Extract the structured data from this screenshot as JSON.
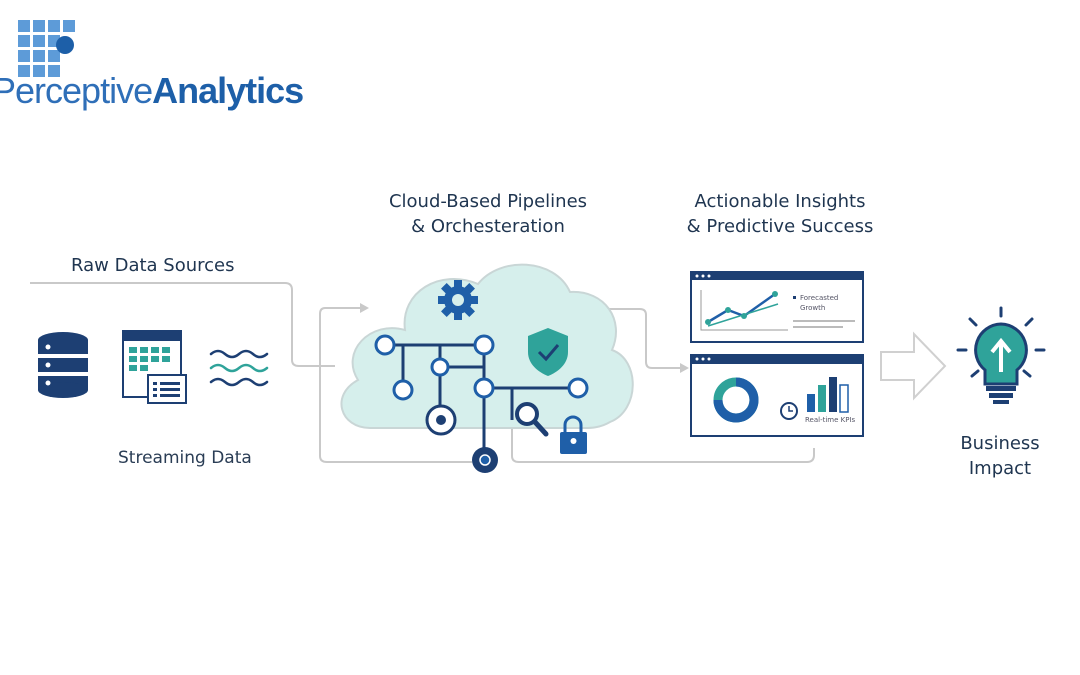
{
  "logo": {
    "part_light": "Perceptive",
    "part_bold": "Analytics"
  },
  "sections": {
    "raw": {
      "title": "Raw Data Sources",
      "sub": "Streaming Data"
    },
    "cloud": {
      "line1": "Cloud-Based Pipelines",
      "line2": "& Orchesteration"
    },
    "insights": {
      "line1": "Actionable Insights",
      "line2": "& Predictive Success"
    },
    "impact": {
      "line1": "Business",
      "line2": "Impact"
    }
  },
  "dashboards": {
    "top_caption_1": "Forecasted",
    "top_caption_2": "Growth",
    "bottom_caption": "Real-time KPIs"
  },
  "colors": {
    "navy": "#1d3f73",
    "blue": "#1f5fa8",
    "teal": "#2fa39a",
    "cloud": "#d6efec",
    "line": "#c9c9c9",
    "text": "#1f3550"
  },
  "icons": [
    "logo-grid-icon",
    "database-icon",
    "spreadsheet-icon",
    "stream-wave-icon",
    "gear-icon",
    "shield-check-icon",
    "magnifier-icon",
    "lock-icon",
    "donut-chart-icon",
    "bar-chart-icon",
    "clock-icon",
    "line-chart-icon",
    "arrow-right-icon",
    "lightbulb-icon"
  ]
}
